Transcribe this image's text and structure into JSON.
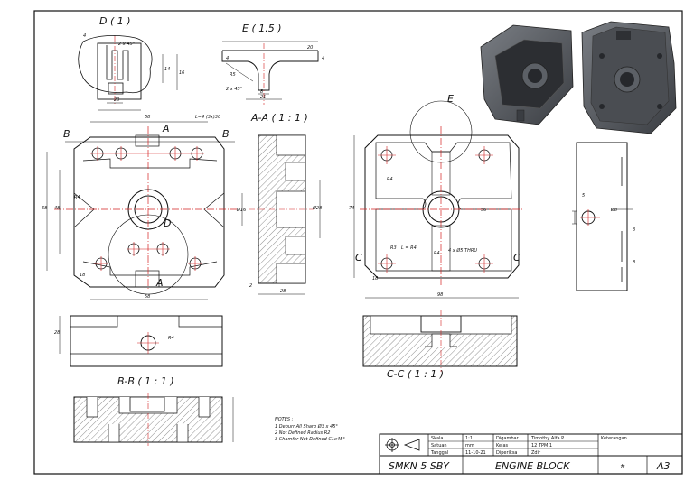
{
  "views": {
    "detail_d": "D ( 1 )",
    "detail_e": "E ( 1.5 )",
    "section_aa": "A-A ( 1 : 1 )",
    "section_bb": "B-B ( 1 : 1 )",
    "section_cc": "C-C ( 1 : 1 )"
  },
  "markers": {
    "a": "A",
    "b": "B",
    "c": "C",
    "d": "D",
    "e": "E"
  },
  "dims": {
    "d1": "4",
    "d2": "2 x 45°",
    "d3": "14",
    "d4": "16",
    "d5": "20",
    "e1": "4",
    "e2": "R5",
    "e3": "2 x 45°",
    "e4": "8",
    "e5": "21",
    "e6": "20",
    "e7": "4",
    "top_width": "58",
    "top_chamfer": "L=4 (3x)30",
    "height": "68",
    "height2": "48",
    "bottom": "58",
    "corner": "18",
    "r_diam": "R4",
    "aa_1": "Ø16",
    "aa_2": "Ø28",
    "aa_3": "2",
    "aa_4": "28",
    "ct_height": "74",
    "ct_width": "98",
    "ct_r1": "R4",
    "ct_r2": "R3",
    "ct_r3": "L = R4",
    "ct_hole": "4 x Ø5 THRU",
    "ct_mid": "56",
    "ct_r": "R4",
    "ct_b": "18",
    "sv_1": "Ø8",
    "sv_2": "5",
    "sv_3": "3",
    "sv_4": "8",
    "bb_1": "R4",
    "bb_2": "28"
  },
  "notes": {
    "title": "NOTES :",
    "line1": "1 Deburr All Sharp Ø3 x 45°",
    "line2": "2 Not Defined Radius R2",
    "line3": "3 Chamfer Not Defined C1x45°"
  },
  "title_block": {
    "scale_label": "Skala",
    "scale_value": "1:1",
    "unit_label": "Satuan",
    "unit_value": "mm",
    "date_label": "Tanggal",
    "date_value": "11-10-21",
    "drawn_label": "Digambar",
    "drawn_value": "Timothy Alfa P",
    "class_label": "Kelas",
    "class_value": "12 TPM 1",
    "checked_label": "Diperiksa",
    "checked_value": "Zdir",
    "remarks_label": "Keterangan",
    "school": "SMKN 5 SBY",
    "title": "ENGINE BLOCK",
    "number": "#",
    "size": "A3"
  },
  "colors": {
    "line": "#111111",
    "center": "#d42020",
    "dim": "#1a1a1a",
    "iso_body": "#4a4d52"
  }
}
